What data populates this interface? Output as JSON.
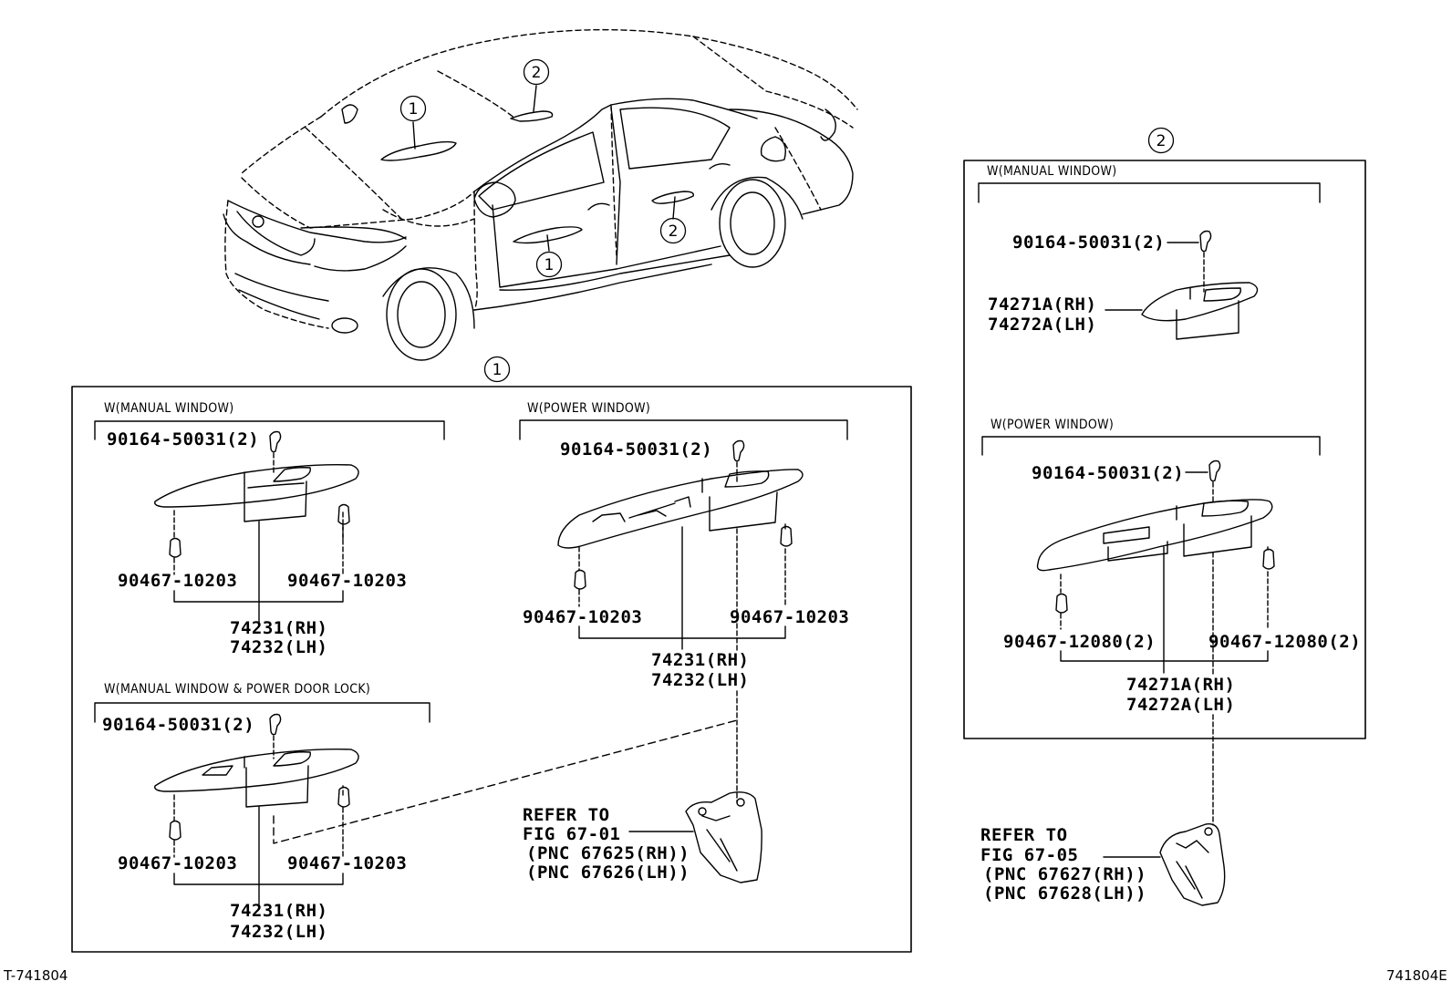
{
  "callout_labels": {
    "one": "1",
    "two": "2"
  },
  "group1": {
    "manual_window": {
      "header": "W(MANUAL WINDOW)",
      "screw": "90164-50031(2)",
      "clip_left": "90467-10203",
      "clip_right": "90467-10203",
      "part_rh": "74231(RH)",
      "part_lh": "74232(LH)"
    },
    "manual_window_lock": {
      "header": "W(MANUAL WINDOW & POWER DOOR LOCK)",
      "screw": "90164-50031(2)",
      "clip_left": "90467-10203",
      "clip_right": "90467-10203",
      "part_rh": "74231(RH)",
      "part_lh": "74232(LH)"
    },
    "power_window": {
      "header": "W(POWER WINDOW)",
      "screw": "90164-50031(2)",
      "clip_left": "90467-10203",
      "clip_right": "90467-10203",
      "part_rh": "74231(RH)",
      "part_lh": "74232(LH)"
    },
    "refer": {
      "line1": "REFER TO",
      "line2": "FIG 67-01",
      "line3": "(PNC 67625(RH))",
      "line4": "(PNC 67626(LH))"
    }
  },
  "group2": {
    "manual_window": {
      "header": "W(MANUAL WINDOW)",
      "screw": "90164-50031(2)",
      "part_rh": "74271A(RH)",
      "part_lh": "74272A(LH)"
    },
    "power_window": {
      "header": "W(POWER WINDOW)",
      "screw": "90164-50031(2)",
      "clip_left": "90467-12080(2)",
      "clip_right": "90467-12080(2)",
      "part_rh": "74271A(RH)",
      "part_lh": "74272A(LH)"
    },
    "refer": {
      "line1": "REFER TO",
      "line2": "FIG 67-05",
      "line3": "(PNC 67627(RH))",
      "line4": "(PNC 67628(LH))"
    }
  },
  "footer": {
    "left": "T-741804",
    "right": "741804E"
  }
}
